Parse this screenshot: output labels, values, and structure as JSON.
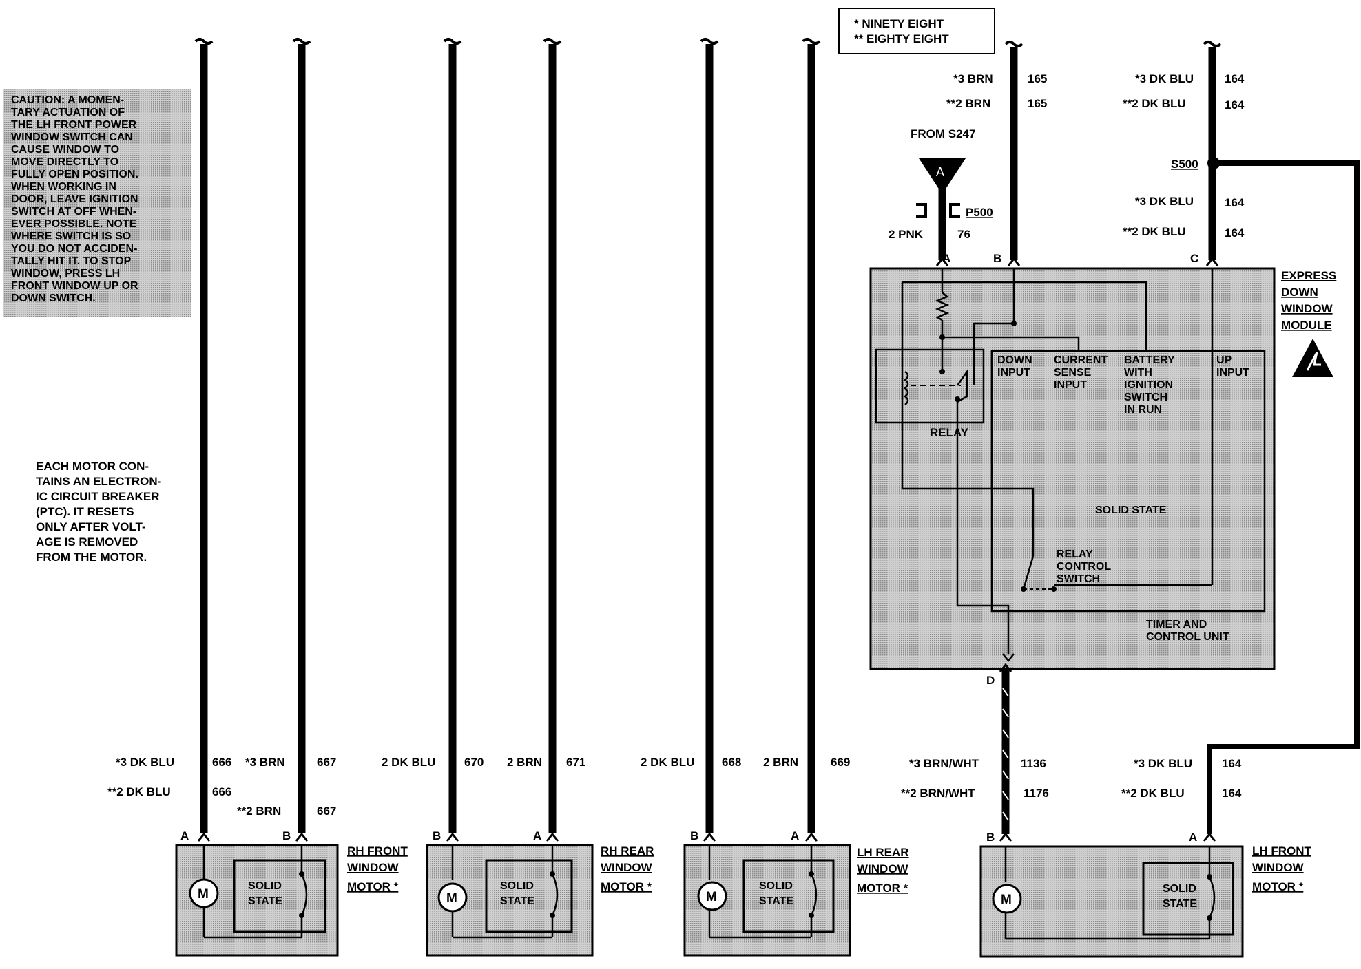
{
  "legend": {
    "line1": "* NINETY EIGHT",
    "line2": "** EIGHTY EIGHT"
  },
  "caution_note": [
    "CAUTION: A MOMEN-",
    "TARY ACTUATION OF",
    "THE LH FRONT POWER",
    "WINDOW SWITCH CAN",
    "CAUSE WINDOW TO",
    "MOVE DIRECTLY TO",
    "FULLY OPEN POSITION.",
    "WHEN WORKING IN",
    "DOOR, LEAVE IGNITION",
    "SWITCH AT OFF WHEN-",
    "EVER POSSIBLE. NOTE",
    "WHERE SWITCH IS SO",
    "YOU DO NOT ACCIDEN-",
    "TALLY HIT IT. TO STOP",
    "WINDOW, PRESS LH",
    "FRONT WINDOW UP OR",
    "DOWN SWITCH."
  ],
  "motor_note": [
    "EACH MOTOR CON-",
    "TAINS AN ELECTRON-",
    "IC CIRCUIT BREAKER",
    "(PTC). IT RESETS",
    "ONLY AFTER VOLT-",
    "AGE IS REMOVED",
    "FROM THE MOTOR."
  ],
  "module": {
    "name_lines": [
      "EXPRESS",
      "DOWN",
      "WINDOW",
      "MODULE"
    ],
    "relay": "RELAY",
    "down_input": [
      "DOWN",
      "INPUT"
    ],
    "current_sense": [
      "CURRENT",
      "SENSE",
      "INPUT"
    ],
    "battery": [
      "BATTERY",
      "WITH",
      "IGNITION",
      "SWITCH",
      "IN RUN"
    ],
    "up_input": [
      "UP",
      "INPUT"
    ],
    "solid_state": "SOLID STATE",
    "relay_control": [
      "RELAY",
      "CONTROL",
      "SWITCH"
    ],
    "timer": [
      "TIMER AND",
      "CONTROL UNIT"
    ],
    "pins": {
      "a": "A",
      "b": "B",
      "c": "C",
      "d": "D"
    }
  },
  "top_wires": {
    "from_s247": "FROM S247",
    "connector_a": "A",
    "p500": "P500",
    "pnk_wire": "2 PNK",
    "pnk_circuit": "76",
    "brn_98": "*3 BRN",
    "brn_98_circuit": "165",
    "brn_88": "**2 BRN",
    "brn_88_circuit": "165",
    "dkblu_98": "*3 DK BLU",
    "dkblu_98_circuit": "164",
    "dkblu_88": "**2 DK BLU",
    "dkblu_88_circuit": "164",
    "s500": "S500",
    "s500_dkblu_98": "*3 DK BLU",
    "s500_dkblu_98_circuit": "164",
    "s500_dkblu_88": "**2 DK BLU",
    "s500_dkblu_88_circuit": "164"
  },
  "bottom_wires": {
    "rhf_a_98": "*3 DK BLU",
    "rhf_a_98_c": "666",
    "rhf_a_88": "**2 DK BLU",
    "rhf_a_88_c": "666",
    "rhf_b_98": "*3 BRN",
    "rhf_b_98_c": "667",
    "rhf_b_88": "**2 BRN",
    "rhf_b_88_c": "667",
    "rhr_b": "2 DK BLU",
    "rhr_b_c": "670",
    "rhr_a": "2 BRN",
    "rhr_a_c": "671",
    "lhr_b": "2 DK BLU",
    "lhr_b_c": "668",
    "lhr_a": "2 BRN",
    "lhr_a_c": "669",
    "lhf_b_98": "*3 BRN/WHT",
    "lhf_b_98_c": "1136",
    "lhf_b_88": "**2 BRN/WHT",
    "lhf_b_88_c": "1176",
    "lhf_a_98": "*3 DK BLU",
    "lhf_a_98_c": "164",
    "lhf_a_88": "**2 DK BLU",
    "lhf_a_88_c": "164"
  },
  "motors": {
    "rh_front": [
      "RH FRONT",
      "WINDOW",
      "MOTOR *"
    ],
    "rh_rear": [
      "RH REAR",
      "WINDOW",
      "MOTOR *"
    ],
    "lh_rear": [
      "LH REAR",
      "WINDOW",
      "MOTOR *"
    ],
    "lh_front": [
      "LH FRONT",
      "WINDOW",
      "MOTOR *"
    ],
    "motor_symbol": "M",
    "solid_state": [
      "SOLID",
      "STATE"
    ],
    "pins": {
      "a": "A",
      "b": "B"
    }
  }
}
